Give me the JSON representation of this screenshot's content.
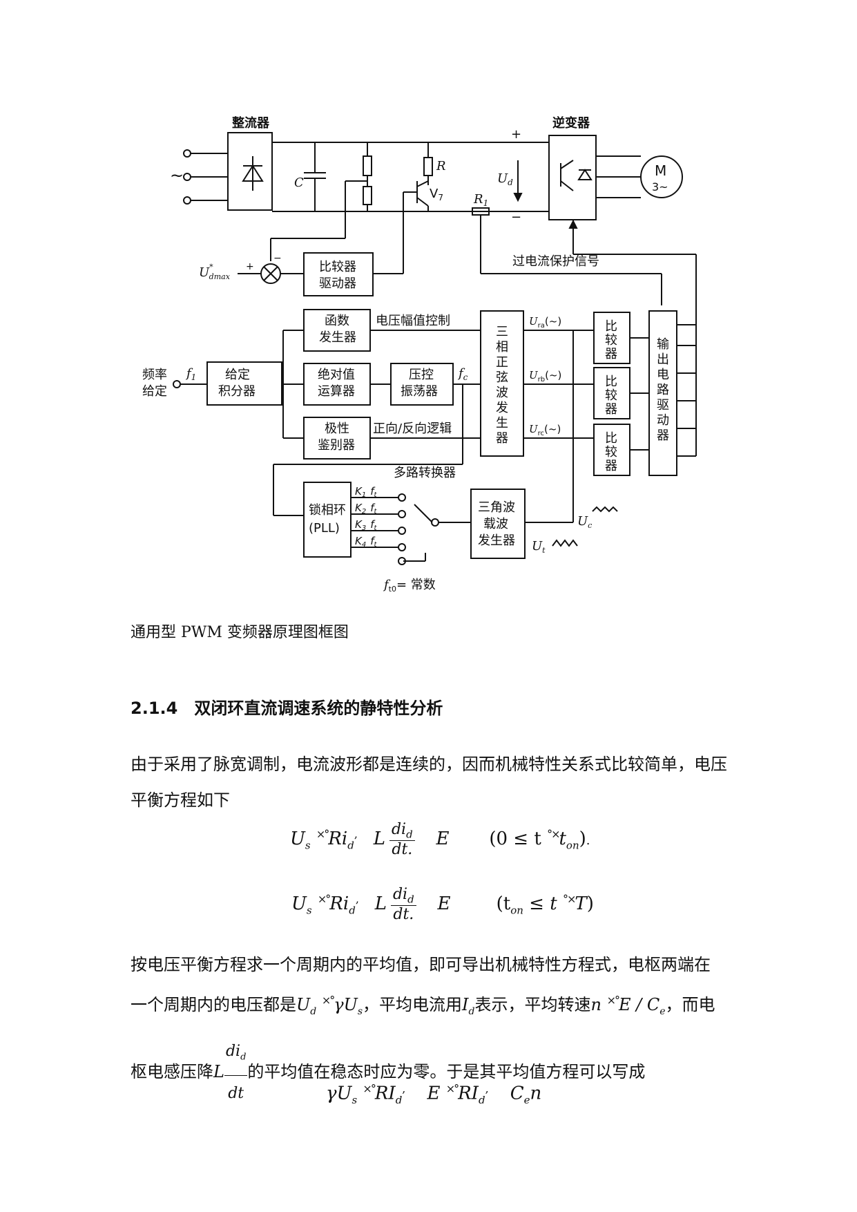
{
  "diagram": {
    "rectifier": "整流器",
    "inverter": "逆变器",
    "tilde": "~",
    "cap": "C",
    "res": "R",
    "transistor": "V",
    "transistor_sub": "7",
    "plus": "+",
    "minus": "−",
    "ud": "U",
    "ud_sub": "d",
    "r1": "R",
    "r1_sub": "1",
    "motor": "M",
    "motor_sub": "3~",
    "udmax": "U",
    "udmax_star": "*",
    "udmax_sub": "dmax",
    "comp_driver": [
      "比较器",
      "驱动器"
    ],
    "overcurrent": "过电流保护信号",
    "func_gen": [
      "函数",
      "发生器"
    ],
    "volt_amp_ctrl": "电压幅值控制",
    "freq_set": [
      "频率",
      "给定"
    ],
    "f1": "f",
    "f1_sub": "1",
    "integrator": [
      "给定",
      "积分器"
    ],
    "abs_calc": [
      "绝对值",
      "运算器"
    ],
    "vco": [
      "压控",
      "振荡器"
    ],
    "fc": "f",
    "fc_sub": "c",
    "polarity": [
      "极性",
      "鉴别器"
    ],
    "fwd_rev": "正向/反向逻辑",
    "sine_gen": [
      "三",
      "相",
      "正",
      "弦",
      "波",
      "发",
      "生",
      "器"
    ],
    "ura": "U",
    "ura_sub": "ra",
    "urb": "U",
    "urb_sub": "rb",
    "urc": "U",
    "urc_sub": "rc",
    "wave_tilde": "(~)",
    "comparator": [
      "比",
      "较",
      "器"
    ],
    "output_driver": [
      "输",
      "出",
      "电",
      "路",
      "驱",
      "动",
      "器"
    ],
    "mux": "多路转换器",
    "pll": [
      "锁相环",
      "(PLL)"
    ],
    "k_labels": [
      "K",
      "K",
      "K",
      "K"
    ],
    "k_subs": [
      "1",
      "2",
      "3",
      "4"
    ],
    "f_label": "f",
    "f_sub": "t",
    "tri_gen": [
      "三角波",
      "载波",
      "发生器"
    ],
    "uc": "U",
    "uc_sub": "c",
    "ut": "U",
    "ut_sub": "t",
    "ratio": "f",
    "ratio_sub": "t0",
    "ratio_rest": "= 常数"
  },
  "caption": "通用型 PWM 变频器原理图框图",
  "heading": "2.1.4　双闭环直流调速系统的静特性分析",
  "para1": "由于采用了脉宽调制，电流波形都是连续的，因而机械特性关系式比较简单，电压平衡方程如下",
  "eq1": {
    "lhs": "U",
    "lhs_sub": "s",
    "aux": "×°",
    "r": "Ri",
    "r_sub": "d",
    "aux2": ",",
    "l": "L",
    "num": "di",
    "num_sub": "d",
    "den": "dt",
    "den_mark": ".",
    "e": "E",
    "cond_open": "(0 ≤ t ",
    "cond_aux": "°×",
    "cond_t": "t",
    "cond_sub": "on",
    "cond_close": ")",
    "tail": "."
  },
  "eq2": {
    "lhs": "U",
    "lhs_sub": "s",
    "aux": "×°",
    "r": "Ri",
    "r_sub": "d",
    "aux2": ",",
    "l": "L",
    "num": "di",
    "num_sub": "d",
    "den": "dt",
    "den_mark": ".",
    "e": "E",
    "cond_open": "(t",
    "cond_sub": "on",
    "cond_mid": " ≤ t ",
    "cond_aux": "°×",
    "cond_t": "T",
    "cond_close": ")"
  },
  "para2": {
    "l1": "按电压平衡方程求一个周期内的平均值，即可导出机械特性方程式，电枢两端在",
    "l2a": "一个周期内的电压都是",
    "ud": "U",
    "ud_sub": "d",
    "aux": "×°",
    "gus": "γU",
    "gus_sub": "s",
    "l2b": "，平均电流用",
    "id": "I",
    "id_sub": "d",
    "l2c": "表示，平均转速",
    "n": "n",
    "aux2": "×°",
    "ec": "E / C",
    "ec_sub": "e",
    "l2d": "，而电",
    "l3a": "枢电感压降",
    "L": "L",
    "num": "di",
    "num_sub": "d",
    "den": "dt",
    "l3b": "的平均值在稳态时应为零。于是其平均值方程可以写成"
  },
  "eq3": {
    "g": "γU",
    "g_sub": "s",
    "aux": "×°",
    "ri": "RI",
    "ri_sub": "d",
    "aux2": ",",
    "e": "E",
    "aux3": "×°",
    "ri2": "RI",
    "ri2_sub": "d",
    "aux4": ",",
    "ce": "C",
    "ce_sub": "e",
    "n": "n"
  }
}
